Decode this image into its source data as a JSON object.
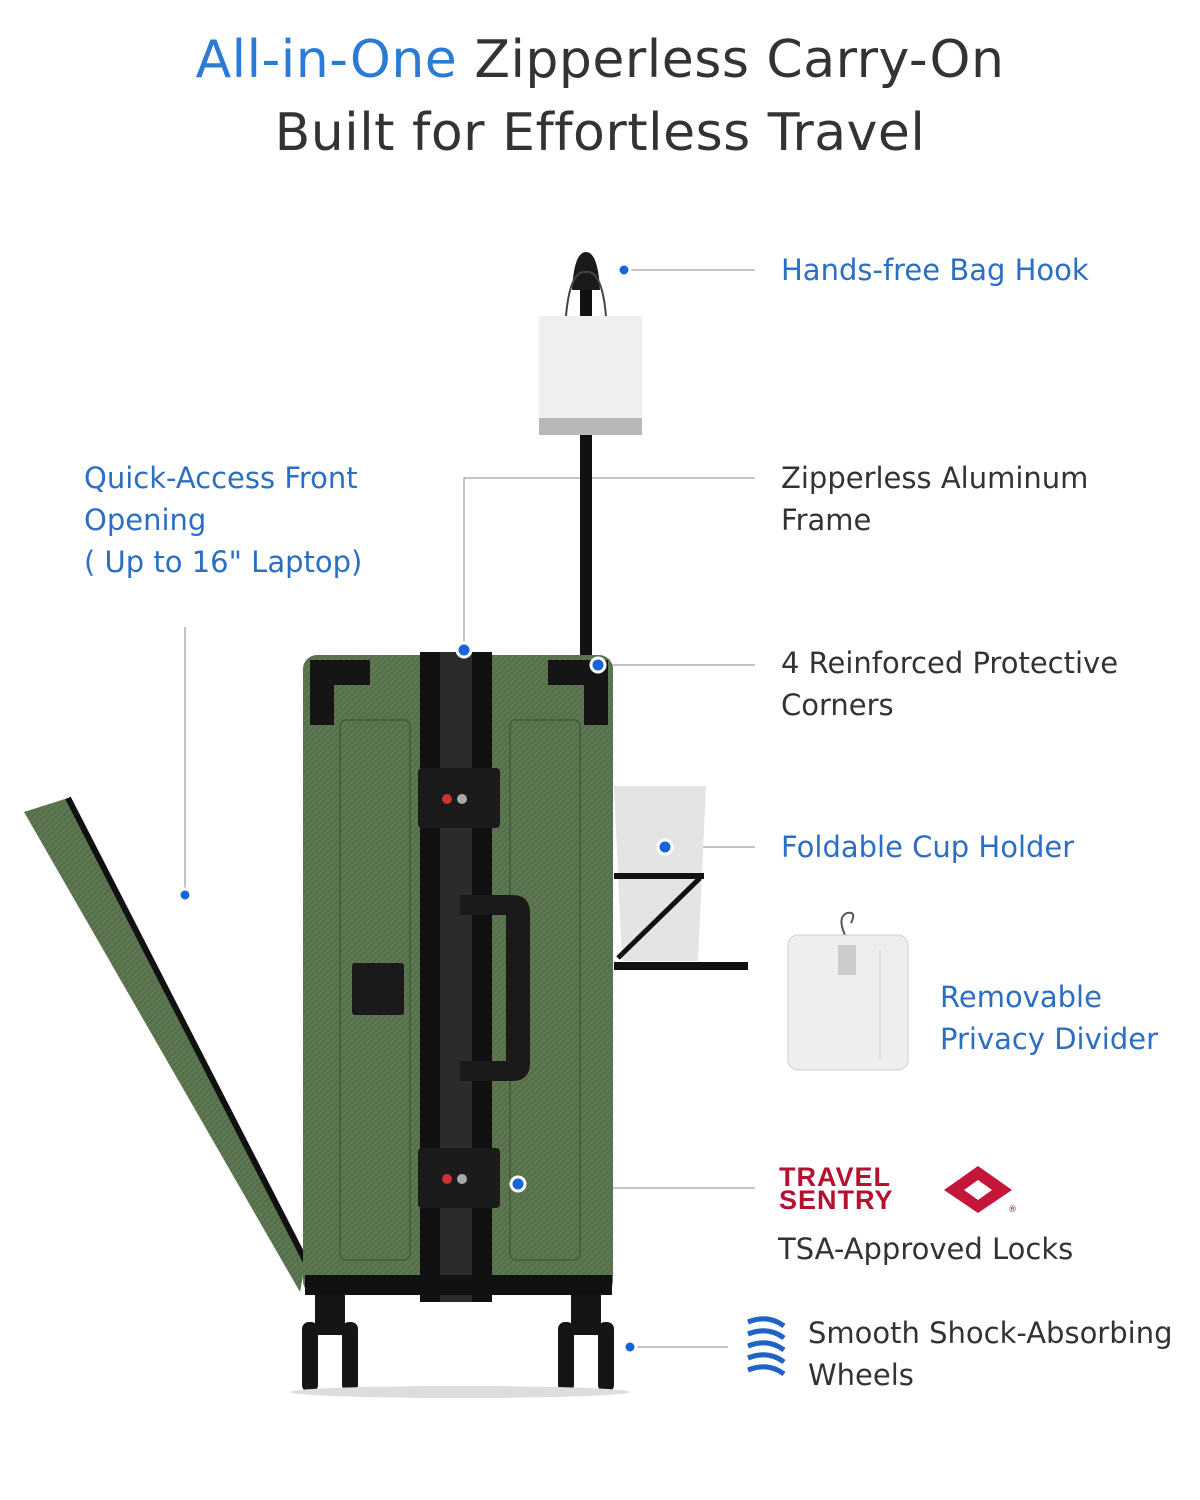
{
  "title": {
    "line1_accent": "All-in-One",
    "line1_rest": " Zipperless Carry-On",
    "line2": "Built for Effortless Travel"
  },
  "features": {
    "bag_hook": "Hands-free Bag Hook",
    "front_opening": [
      "Quick-Access Front",
      "Opening",
      "( Up to 16\" Laptop)"
    ],
    "aluminum_frame": [
      "Zipperless Aluminum",
      "Frame"
    ],
    "corners": [
      "4 Reinforced Protective",
      "Corners"
    ],
    "cup_holder": "Foldable Cup Holder",
    "privacy_divider": [
      "Removable",
      "Privacy Divider"
    ],
    "locks": "TSA-Approved Locks",
    "wheels": [
      "Smooth Shock-Absorbing",
      "Wheels"
    ]
  },
  "logo": {
    "line1": "TRAVEL",
    "line2": "SENTRY"
  },
  "colors": {
    "accent": "#2b7bd6",
    "text": "#333333",
    "suitcase": "#56704b",
    "logo": "#b5122f",
    "dot": "#1565d8"
  }
}
